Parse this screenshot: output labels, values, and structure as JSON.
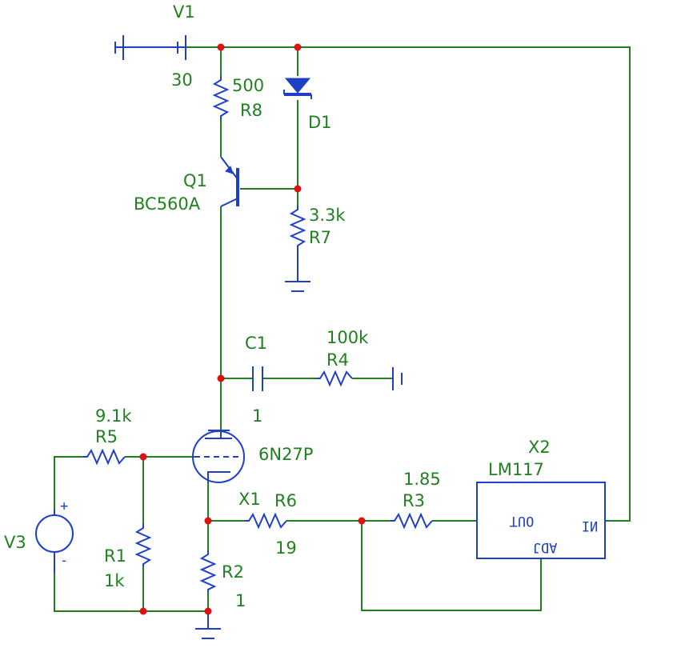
{
  "components": {
    "V1": {
      "ref": "V1",
      "value": "30"
    },
    "R8": {
      "ref": "R8",
      "value": "500"
    },
    "D1": {
      "ref": "D1"
    },
    "Q1": {
      "ref": "Q1",
      "value": "BC560A"
    },
    "R7": {
      "ref": "R7",
      "value": "3.3k"
    },
    "C1": {
      "ref": "C1",
      "value": "1"
    },
    "R4": {
      "ref": "R4",
      "value": "100k"
    },
    "R5": {
      "ref": "R5",
      "value": "9.1k"
    },
    "V3": {
      "ref": "V3",
      "plus": "+",
      "minus": "-"
    },
    "R1": {
      "ref": "R1",
      "value": "1k"
    },
    "R2": {
      "ref": "R2",
      "value": "1"
    },
    "X1": {
      "ref": "X1",
      "value": "6N27P"
    },
    "R6": {
      "ref": "R6",
      "value": "19"
    },
    "R3": {
      "ref": "R3",
      "value": "1.85"
    },
    "X2": {
      "ref": "X2",
      "value": "LM117",
      "pin_out": "OUT",
      "pin_in": "IN",
      "pin_adj": "ADJ"
    }
  }
}
